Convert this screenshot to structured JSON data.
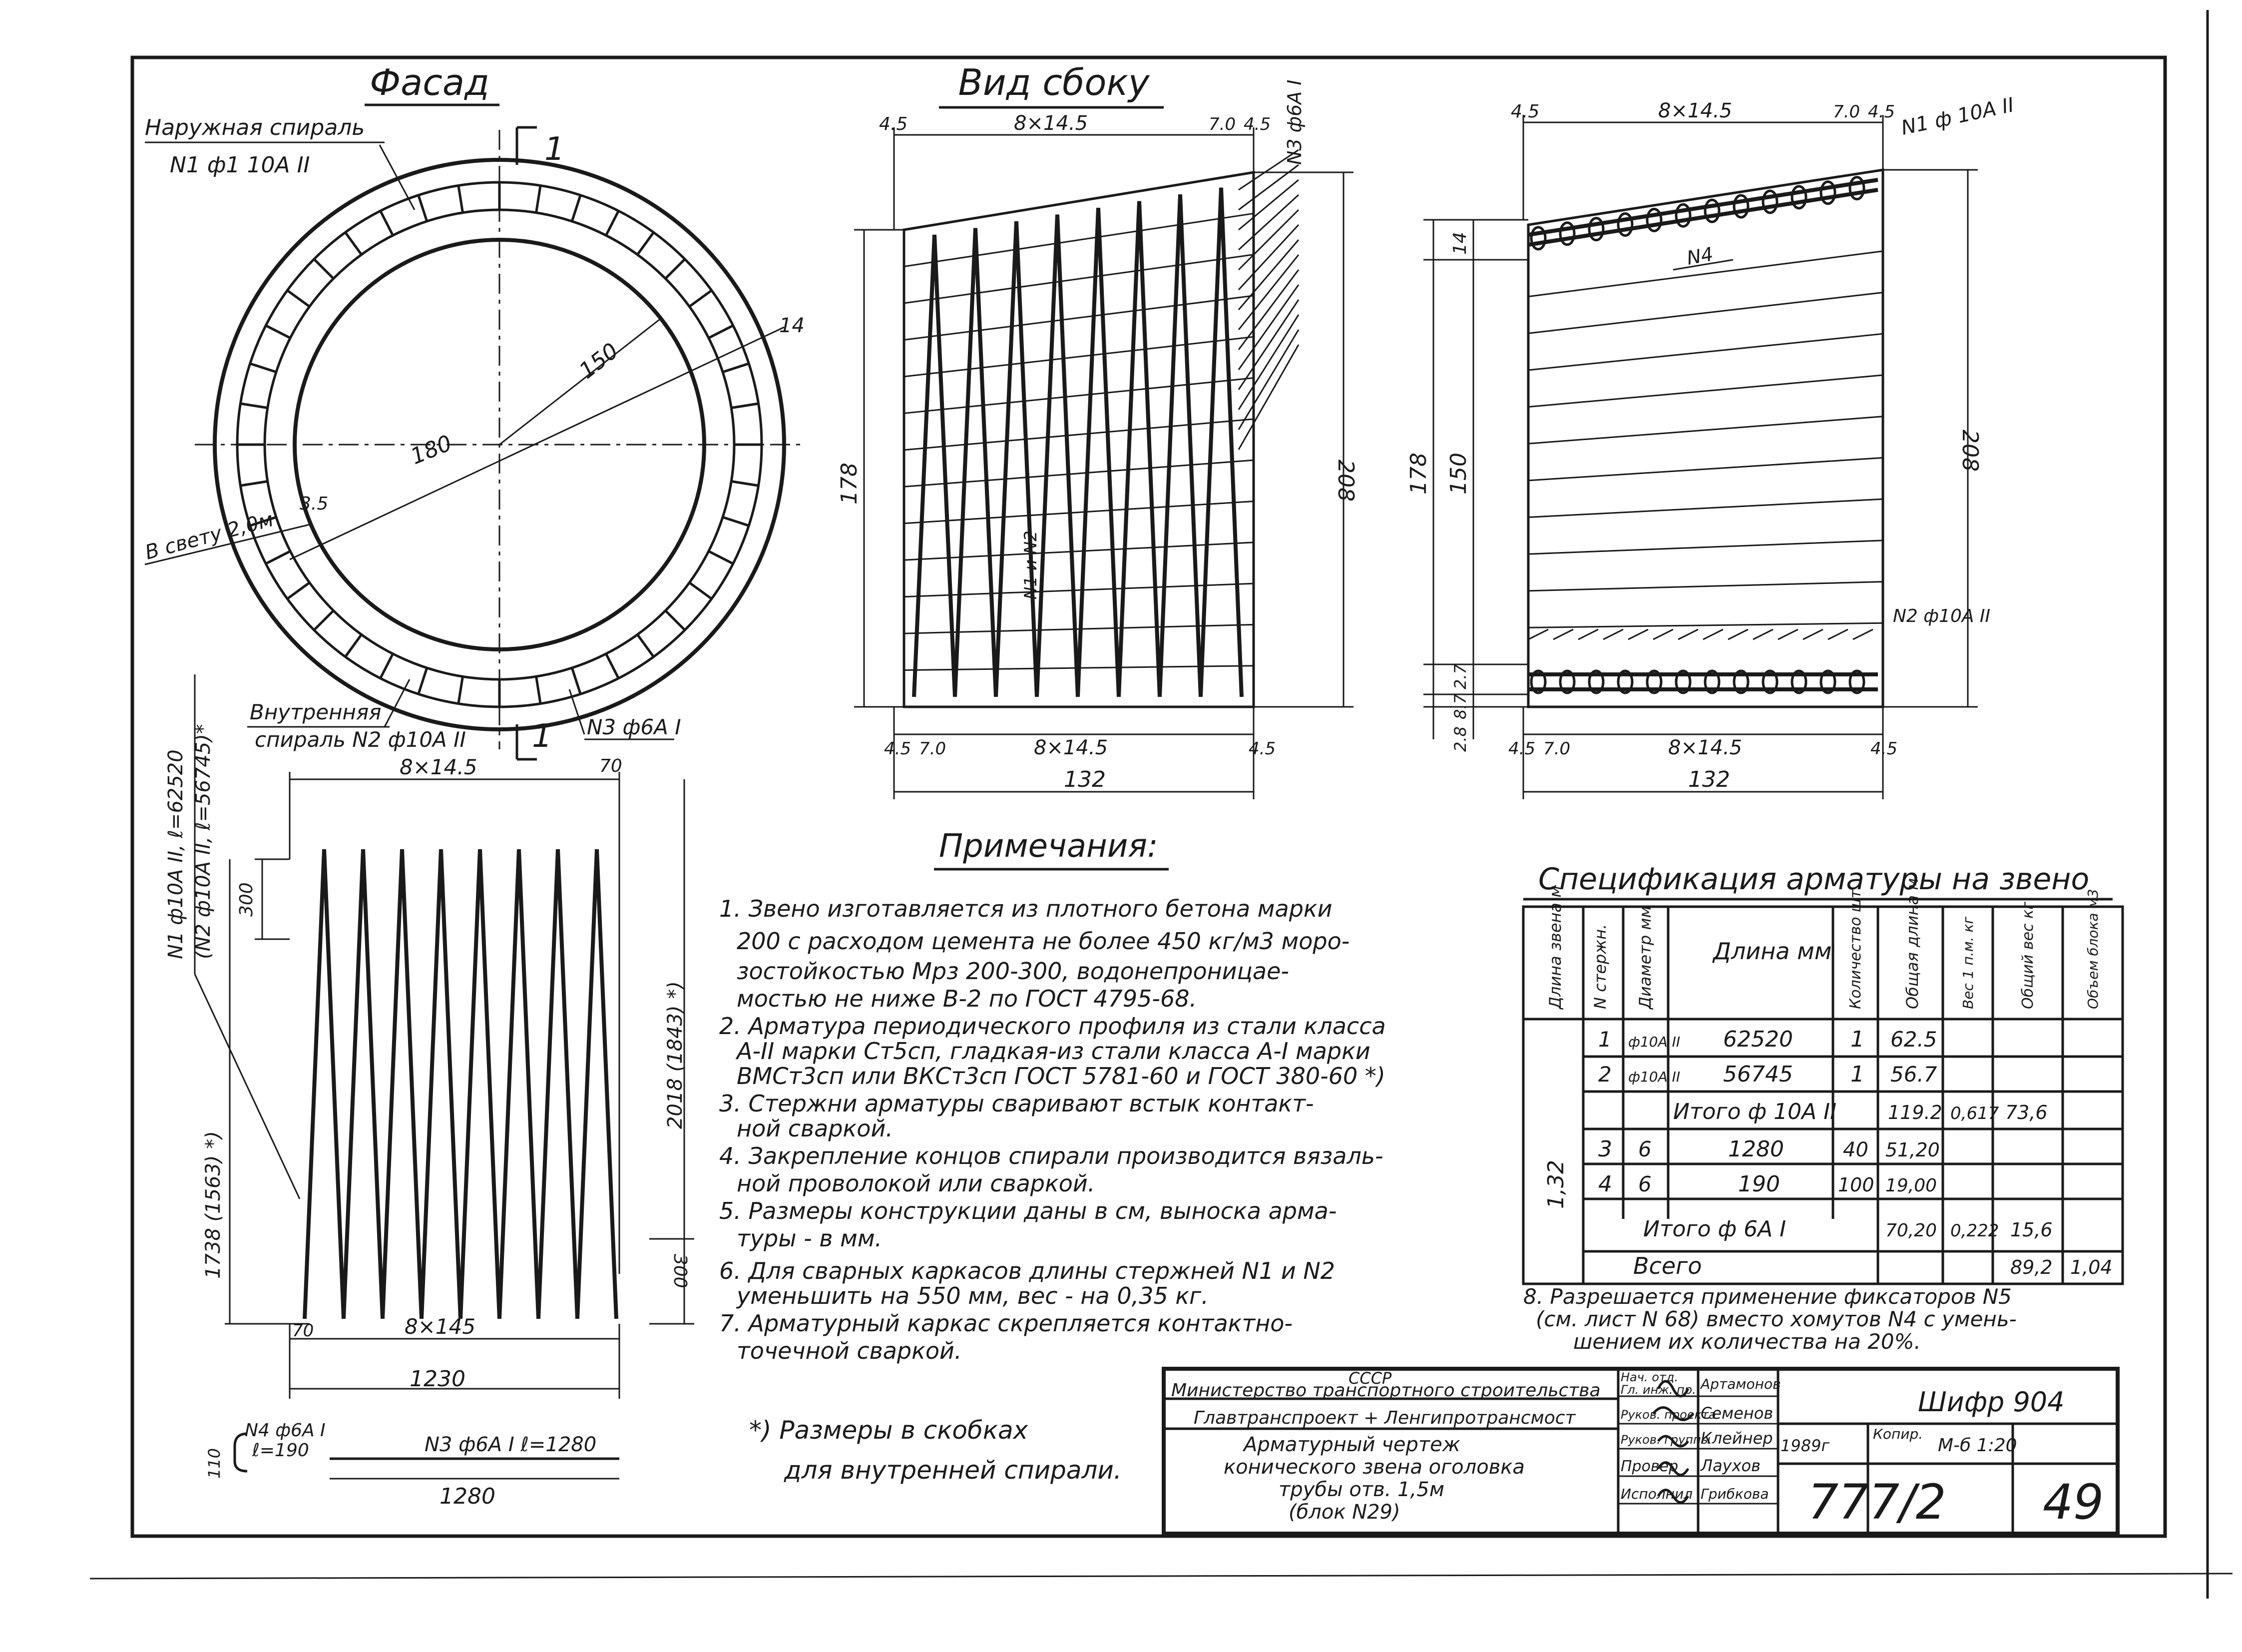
{
  "views": {
    "facade": {
      "title": "Фасад",
      "section_mark": "1",
      "outer_spiral_label_1": "Наружная спираль",
      "outer_spiral_label_2": "N1 ф1 10А II",
      "dim_150": "150",
      "dim_180": "180",
      "dim_14": "14",
      "dim_35": "3.5",
      "clear_label": "В свету 2,0м",
      "inner_spiral_label_1": "Внутренняя",
      "inner_spiral_label_2": "спираль N2 ф10А II",
      "n3_label": "N3 ф6А I"
    },
    "side": {
      "title": "Вид сбоку",
      "top_dims": [
        "4.5",
        "8×14.5",
        "7.0",
        "4.5"
      ],
      "n3_vertical": "N3 ф6А I",
      "dim_178": "178",
      "dim_208": "208",
      "n1n2": "N1 и N2",
      "bottom_dims": [
        "4.5",
        "7.0",
        "8×14.5",
        "4.5"
      ],
      "dim_132": "132"
    },
    "section": {
      "top_dims": [
        "4.5",
        "8×14.5",
        "7.0",
        "4.5"
      ],
      "n1_label": "N1 ф 10А II",
      "n4_label": "N4",
      "dim_14": "14",
      "dim_178": "178",
      "dim_150": "150",
      "dim_208": "208",
      "n2_label": "N2 ф10А II",
      "dim_27": "2.7",
      "dim_87": "8.7",
      "dim_28": "2.8",
      "bottom_dims": [
        "4.5",
        "7.0",
        "8×14.5",
        "4.5"
      ],
      "dim_132": "132"
    },
    "unrolled": {
      "top_dim": "8×14.5",
      "top_70": "70",
      "dim_300_top": "300",
      "dim_300_bottom": "300",
      "left_label": "1738 (1563) *)",
      "right_label": "2018 (1843) *)",
      "bottom_70": "70",
      "bottom_dim": "8×145",
      "width_1230": "1230",
      "rotated_1": "N1 ф10А II, ℓ=62520",
      "rotated_2": "(N2 ф10А II, ℓ=56745)*"
    },
    "details": {
      "n4": "N4 ф6А I",
      "n4_len": "ℓ=190",
      "n4_110": "110",
      "n3": "N3 ф6А I  ℓ=1280",
      "n3_len": "1280"
    }
  },
  "notes": {
    "title": "Примечания:",
    "items": [
      "1. Звено изготавляется из плотного бетона марки",
      "200 с расходом цемента не более 450 кг/м3 моро-",
      "зостойкостью Мрз 200-300, водонепроницае-",
      "мостью не ниже В-2 по ГОСТ 4795-68.",
      "2. Арматура периодического профиля из стали класса",
      "А-II марки Ст5сп, гладкая-из стали класса А-I марки",
      "ВМСт3сп или ВКСт3сп ГОСТ 5781-60 и ГОСТ 380-60 *)",
      "3. Стержни арматуры сваривают встык контакт-",
      "ной сваркой.",
      "4. Закрепление концов спирали производится вязаль-",
      "ной проволокой или сваркой.",
      "5. Размеры конструкции даны в см, выноска арма-",
      "туры - в мм.",
      "6. Для сварных каркасов длины стержней N1 и N2",
      "уменьшить на 550 мм, вес - на 0,35 кг.",
      "7. Арматурный каркас скрепляется контактно-",
      "точечной сваркой."
    ],
    "footnote_1": "*) Размеры в скобках",
    "footnote_2": "для внутренней спирали.",
    "note_8_1": "8. Разрешается применение фиксаторов N5",
    "note_8_2": "(см. лист N 68) вместо хомутов N4 с умень-",
    "note_8_3": "шением их количества на 20%."
  },
  "spec": {
    "title": "Спецификация арматуры на звено",
    "headers": [
      "Длина звена м",
      "N стержн.",
      "Диаметр мм",
      "Длина мм",
      "Количество шт.",
      "Общая длина м",
      "Вес 1 п.м. кг",
      "Общий вес кг",
      "Объем блока м3"
    ],
    "block_length": "1,32",
    "rows": [
      {
        "n": "1",
        "d": "ф10А II",
        "len": "62520",
        "qty": "1",
        "total": "62.5",
        "w1": "",
        "wt": "",
        "vol": ""
      },
      {
        "n": "2",
        "d": "ф10А II",
        "len": "56745",
        "qty": "1",
        "total": "56.7",
        "w1": "",
        "wt": "",
        "vol": ""
      }
    ],
    "subtotal1": {
      "label": "Итого ф 10А II",
      "total": "119.2",
      "w1": "0,617",
      "wt": "73,6"
    },
    "rows2": [
      {
        "n": "3",
        "d": "6",
        "len": "1280",
        "qty": "40",
        "total": "51,20"
      },
      {
        "n": "4",
        "d": "6",
        "len": "190",
        "qty": "100",
        "total": "19,00"
      }
    ],
    "subtotal2": {
      "label": "Итого ф 6А I",
      "total": "70,20",
      "w1": "0,222",
      "wt": "15,6"
    },
    "grand": {
      "label": "Всего",
      "wt": "89,2",
      "vol": "1,04"
    }
  },
  "title_block": {
    "org1": "СССР",
    "org2": "Министерство транспортного строительства",
    "org3": "Главтранспроект + Ленгипротрансмост",
    "desc1": "Арматурный чертеж",
    "desc2": "конического звена оголовка",
    "desc3": "трубы отв. 1,5м",
    "desc4": "(блок N29)",
    "roles": [
      "Нач. отд.",
      "Гл. инж. пр.",
      "Руков. проекта",
      "Руков. группы",
      "Провер",
      "Исполнил"
    ],
    "names": [
      "Артамонов",
      "",
      "Семенов",
      "Клейнер",
      "Лаухов",
      "Грибкова"
    ],
    "code": "Шифр 904",
    "year": "1989г",
    "copy": "Копир.",
    "scale": "М-б 1:20",
    "sheet_set": "777/2",
    "sheet_no": "49"
  }
}
